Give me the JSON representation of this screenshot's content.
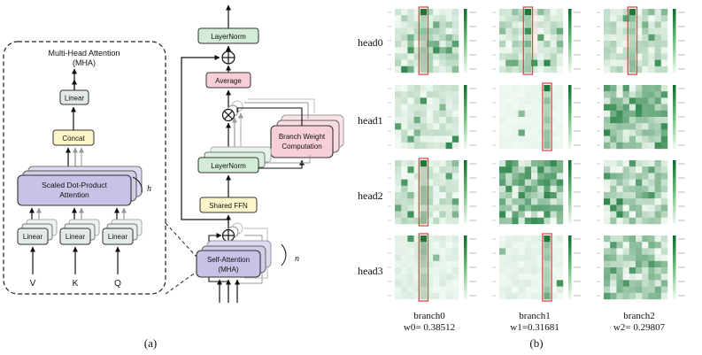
{
  "panel_a": {
    "mha": {
      "title_line1": "Multi-Head Attention",
      "title_line2": "(MHA)",
      "linear_top": "Linear",
      "concat": "Concat",
      "sdpa_line1": "Scaled Dot-Product",
      "sdpa_line2": "Attention",
      "h_label": "h",
      "linear_v": "Linear",
      "linear_k": "Linear",
      "linear_q": "Linear",
      "input_v": "V",
      "input_k": "K",
      "input_q": "Q"
    },
    "encoder": {
      "layernorm_top": "LayerNorm",
      "average": "Average",
      "branch_weight_line1": "Branch Weight",
      "branch_weight_line2": "Computation",
      "layernorm_mid": "LayerNorm",
      "shared_ffn": "Shared FFN",
      "self_attention_line1": "Self-Attention",
      "self_attention_line2": "(MHA)",
      "n_label": "n"
    },
    "caption": "(a)"
  },
  "panel_b": {
    "head_labels": [
      "head0",
      "head1",
      "head2",
      "head3"
    ],
    "branch_labels": [
      "branch0",
      "branch1",
      "branch2"
    ],
    "weight_labels": [
      "w0= 0.38512",
      "w1=0.31681",
      "w2= 0.29807"
    ],
    "caption": "(b)"
  },
  "colors": {
    "linear_fill": "#e3ebe6",
    "concat_fill": "#fdf6c8",
    "attention_fill": "#c9c2e6",
    "layernorm_fill": "#d3ecd8",
    "average_fill": "#f7cfd6",
    "ffn_fill": "#fdf6c8",
    "heatmap_dark": "#1b7a3a",
    "highlight_box": "#e0454a"
  }
}
